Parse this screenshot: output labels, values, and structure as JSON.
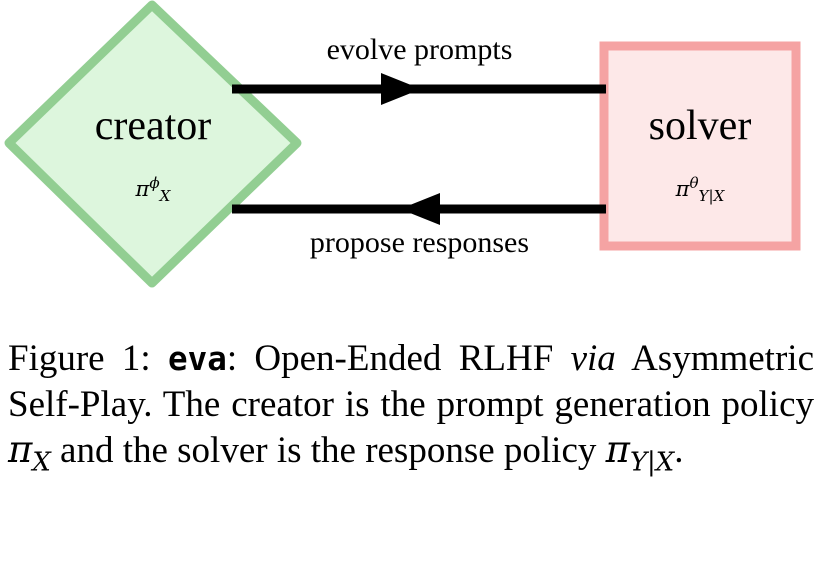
{
  "figure": {
    "nodes": [
      {
        "id": "creator",
        "shape": "diamond",
        "title": "creator",
        "policy_base": "π",
        "policy_superscript": "ϕ",
        "policy_subscript": "X",
        "fill_color": "#DDF6DD",
        "stroke_color": "#92CE92"
      },
      {
        "id": "solver",
        "shape": "rectangle",
        "title": "solver",
        "policy_base": "π",
        "policy_superscript": "θ",
        "policy_subscript": "Y|X",
        "fill_color": "#FDE8E8",
        "stroke_color": "#F5A3A3"
      }
    ],
    "edges": [
      {
        "id": "evolve-prompts",
        "label": "evolve prompts",
        "from": "creator",
        "to": "solver",
        "direction": "right",
        "color": "#000000"
      },
      {
        "id": "propose-responses",
        "label": "propose responses",
        "from": "solver",
        "to": "creator",
        "direction": "left",
        "color": "#000000"
      }
    ]
  },
  "caption": {
    "prefix": "Figure 1: ",
    "name": "eva",
    "after_name": ": Open-Ended RLHF ",
    "italic_via": "via",
    "line2": " Asymmetric Self-Play.  The creator is the prompt generation policy ",
    "pi_x_base": "π",
    "pi_x_sub": "X",
    "mid": " and the solver is the response policy ",
    "pi_yx_base": "π",
    "pi_yx_sub": "Y|X",
    "end": "."
  }
}
